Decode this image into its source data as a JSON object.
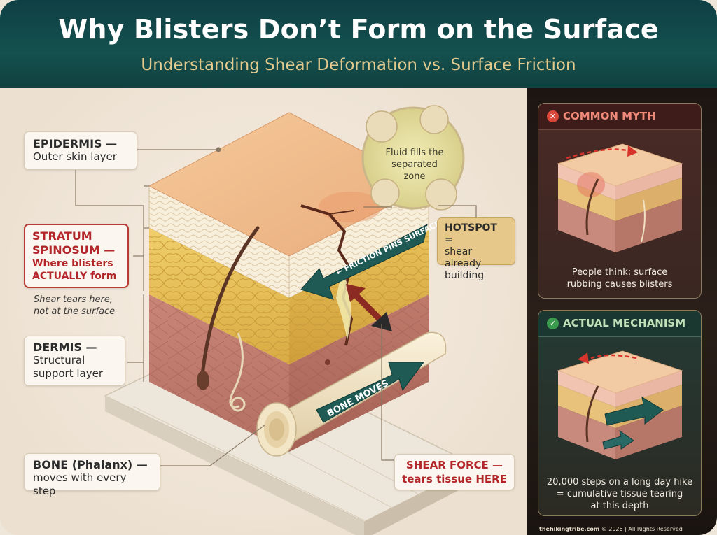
{
  "header": {
    "title": "Why Blisters Don’t Form on the Surface",
    "subtitle": "Understanding Shear Deformation vs. Surface Friction"
  },
  "labels": {
    "epidermis": {
      "title": "EPIDERMIS —",
      "sub": "Outer skin layer"
    },
    "stratum": {
      "title_line1": "STRATUM",
      "title_line2": "SPINOSUM —",
      "sub_line1": "Where blisters",
      "sub_line2": "ACTUALLY form"
    },
    "shear_note": {
      "line1": "Shear tears here,",
      "line2": "not at the surface"
    },
    "dermis": {
      "title": "DERMIS —",
      "sub_line1": "Structural",
      "sub_line2": "support layer"
    },
    "bone": {
      "title": "BONE (Phalanx) —",
      "sub": "moves with every step"
    },
    "shear_force": {
      "line1": "SHEAR FORCE —",
      "line2": "tears tissue HERE"
    },
    "hotspot": {
      "title": "HOTSPOT =",
      "line1": "shear already",
      "line2": "building"
    },
    "fluid": {
      "line1": "Fluid fills the",
      "line2": "separated zone"
    }
  },
  "diagram": {
    "friction_arrow": "← FRICTION PINS SURFACE",
    "bone_arrow": "BONE MOVES"
  },
  "myth_card": {
    "heading": "COMMON MYTH",
    "badge": "✕",
    "text_line1": "People think: surface",
    "text_line2": "rubbing causes blisters"
  },
  "actual_card": {
    "heading": "ACTUAL MECHANISM",
    "badge": "✓",
    "text_line1": "20,000 steps on a long day hike",
    "text_line2": "= cumulative tissue tearing",
    "text_line3": "at this depth"
  },
  "footer": {
    "site": "thehikingtribe.com",
    "rights": "© 2026 | All Rights Reserved"
  },
  "colors": {
    "header_bg": "#14514f",
    "title_text": "#ffffff",
    "subtitle_text": "#e3c98c",
    "accent_red": "#b3262a",
    "arrow_teal": "#1f5a55",
    "arrow_red": "#8a2a22"
  }
}
